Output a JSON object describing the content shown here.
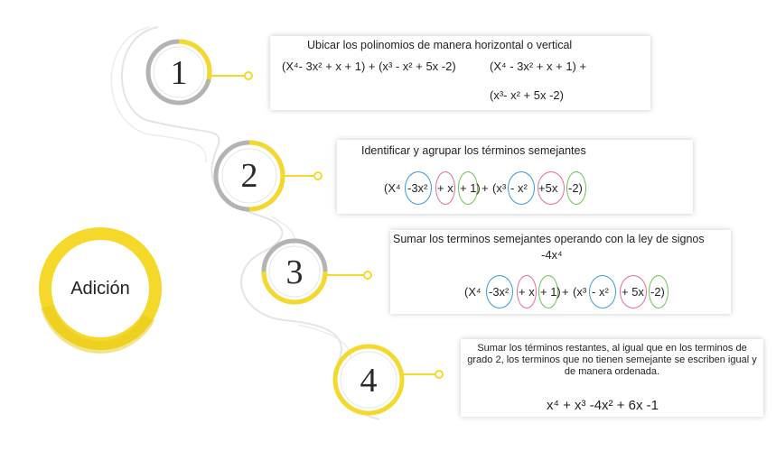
{
  "center": {
    "label": "Adición"
  },
  "steps": [
    {
      "number": "1",
      "title": "Ubicar los polinomios de manera horizontal o vertical",
      "horizontal": "(X⁴- 3x² + x + 1) + (x³ - x² + 5x -2)",
      "vertical_line1": "(X⁴ - 3x² + x + 1) +",
      "vertical_line2": "(x³- x² + 5x -2)"
    },
    {
      "number": "2",
      "title": "Identificar y agrupar los términos semejantes",
      "terms": [
        "(X⁴",
        "-3x²",
        "+ x",
        "+ 1)",
        "+",
        "(x³",
        "- x²",
        "+5x",
        "-2)"
      ]
    },
    {
      "number": "3",
      "title": "Sumar los terminos semejantes operando con la ley de signos",
      "partial_result": "-4x⁴",
      "terms": [
        "(X⁴",
        "-3x²",
        "+ x",
        "+ 1)",
        "+",
        "(x³",
        "- x²",
        "+ 5x",
        "-2)"
      ]
    },
    {
      "number": "4",
      "title": "Sumar los términos restantes, al igual que en los terminos de grado 2, los terminos que no tienen semejante se escriben igual  y de manera ordenada.",
      "result": "x⁴ +  x³ -4x² +  6x  -1"
    }
  ],
  "colors": {
    "accent_yellow": "#f5d92a",
    "gray_ring": "#b0b0b0",
    "light_gray_path": "#e2e2e2",
    "oval_blue": "#3a9ad9",
    "oval_pink": "#e46a9a",
    "oval_green": "#6cc04a"
  }
}
